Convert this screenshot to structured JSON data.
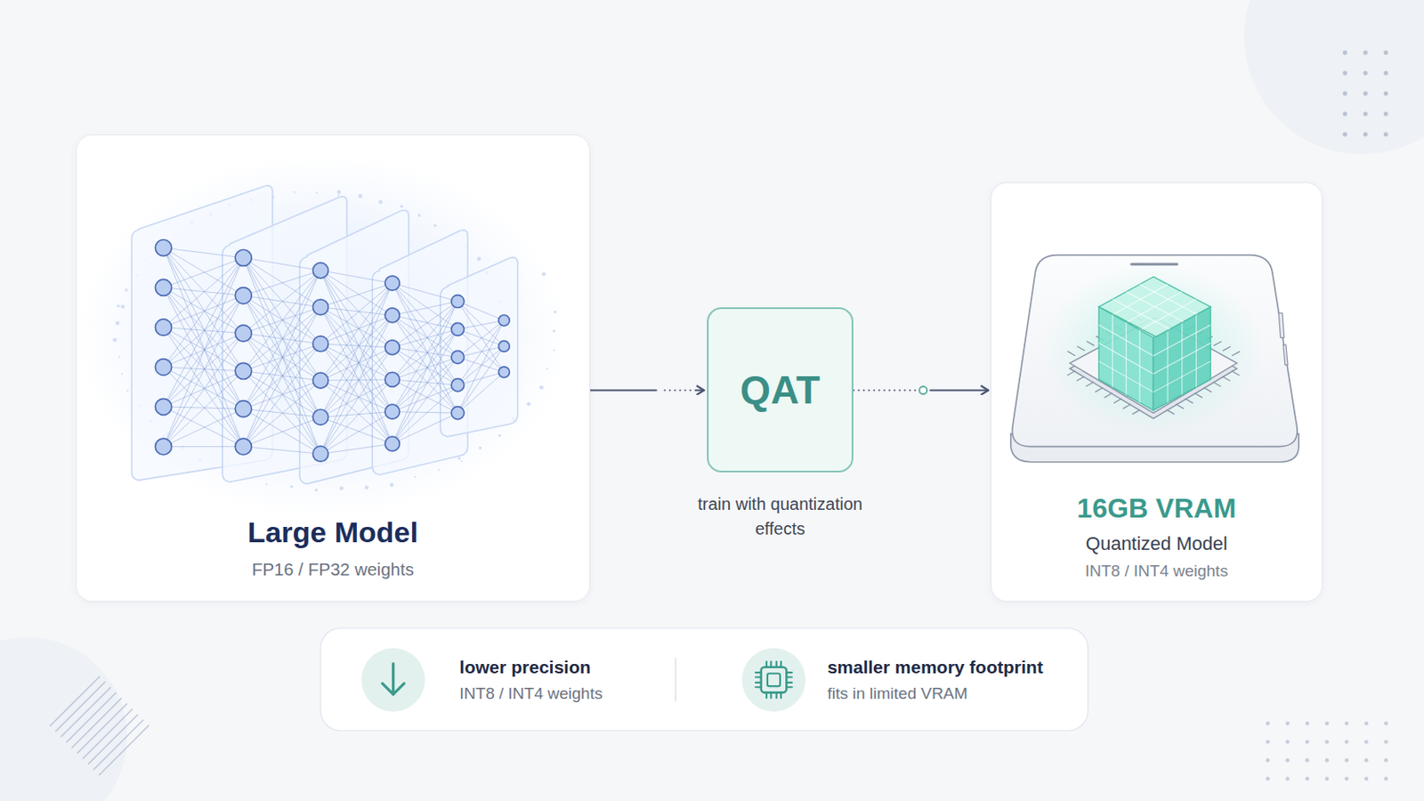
{
  "diagram": {
    "nodes": [
      {
        "text": [
          "Large Model",
          "FP16 / FP32 weights"
        ]
      },
      {
        "text": [
          "QAT",
          "train with quantization effects"
        ]
      },
      {
        "text": [
          "16GB VRAM",
          "Quantized Model",
          "INT8 / INT4 weights"
        ]
      },
      {
        "text": [
          "lower precision",
          "INT8 / INT4 weights"
        ]
      },
      {
        "text": [
          "smaller memory footprint",
          "fits in limited VRAM"
        ]
      }
    ],
    "edges": [
      {
        "from": 0,
        "to": 1,
        "arrow": "to"
      },
      {
        "from": 1,
        "to": 2,
        "arrow": "to"
      }
    ]
  }
}
